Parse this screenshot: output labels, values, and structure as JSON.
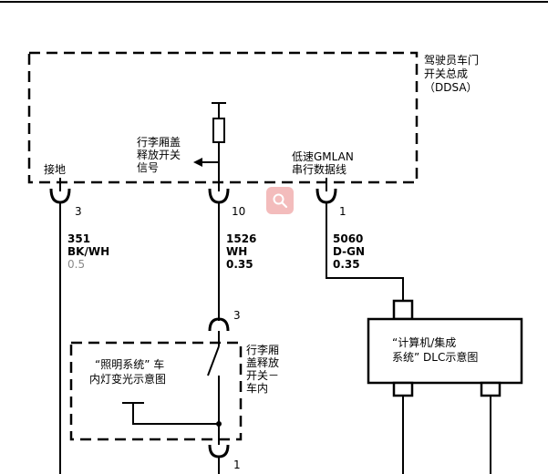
{
  "ddsa": {
    "title_lines": [
      "驾驶员车门",
      "开关总成",
      "（DDSA）"
    ]
  },
  "trunk_signal": {
    "lines": [
      "行李厢盖",
      "释放开关",
      "信号"
    ]
  },
  "ground_label": "接地",
  "gmlan_label": {
    "lines": [
      "低速GMLAN",
      "串行数据线"
    ]
  },
  "pins": {
    "p3": "3",
    "p10": "10",
    "p1": "1",
    "lower_p3": "3",
    "lower_p1": "1"
  },
  "wires": {
    "w351": {
      "circuit": "351",
      "color": "BK/WH",
      "gauge": "0.5"
    },
    "w1526": {
      "circuit": "1526",
      "color": "WH",
      "gauge": "0.35"
    },
    "w5060": {
      "circuit": "5060",
      "color": "D-GN",
      "gauge": "0.35"
    }
  },
  "dlc_box": {
    "lines": [
      "“计算机/集成",
      "系统” DLC示意图"
    ]
  },
  "lighting_box": {
    "lines": [
      "“照明系统” 车",
      "内灯变光示意图"
    ]
  },
  "trunk_switch": {
    "lines": [
      "行李厢",
      "盖释放",
      "开关－",
      "车内"
    ]
  },
  "colors": {
    "line": "#000000",
    "gauge_gray": "#8a8a8a",
    "search_badge": "#f3bcbc"
  },
  "icons": [
    "search-icon"
  ]
}
